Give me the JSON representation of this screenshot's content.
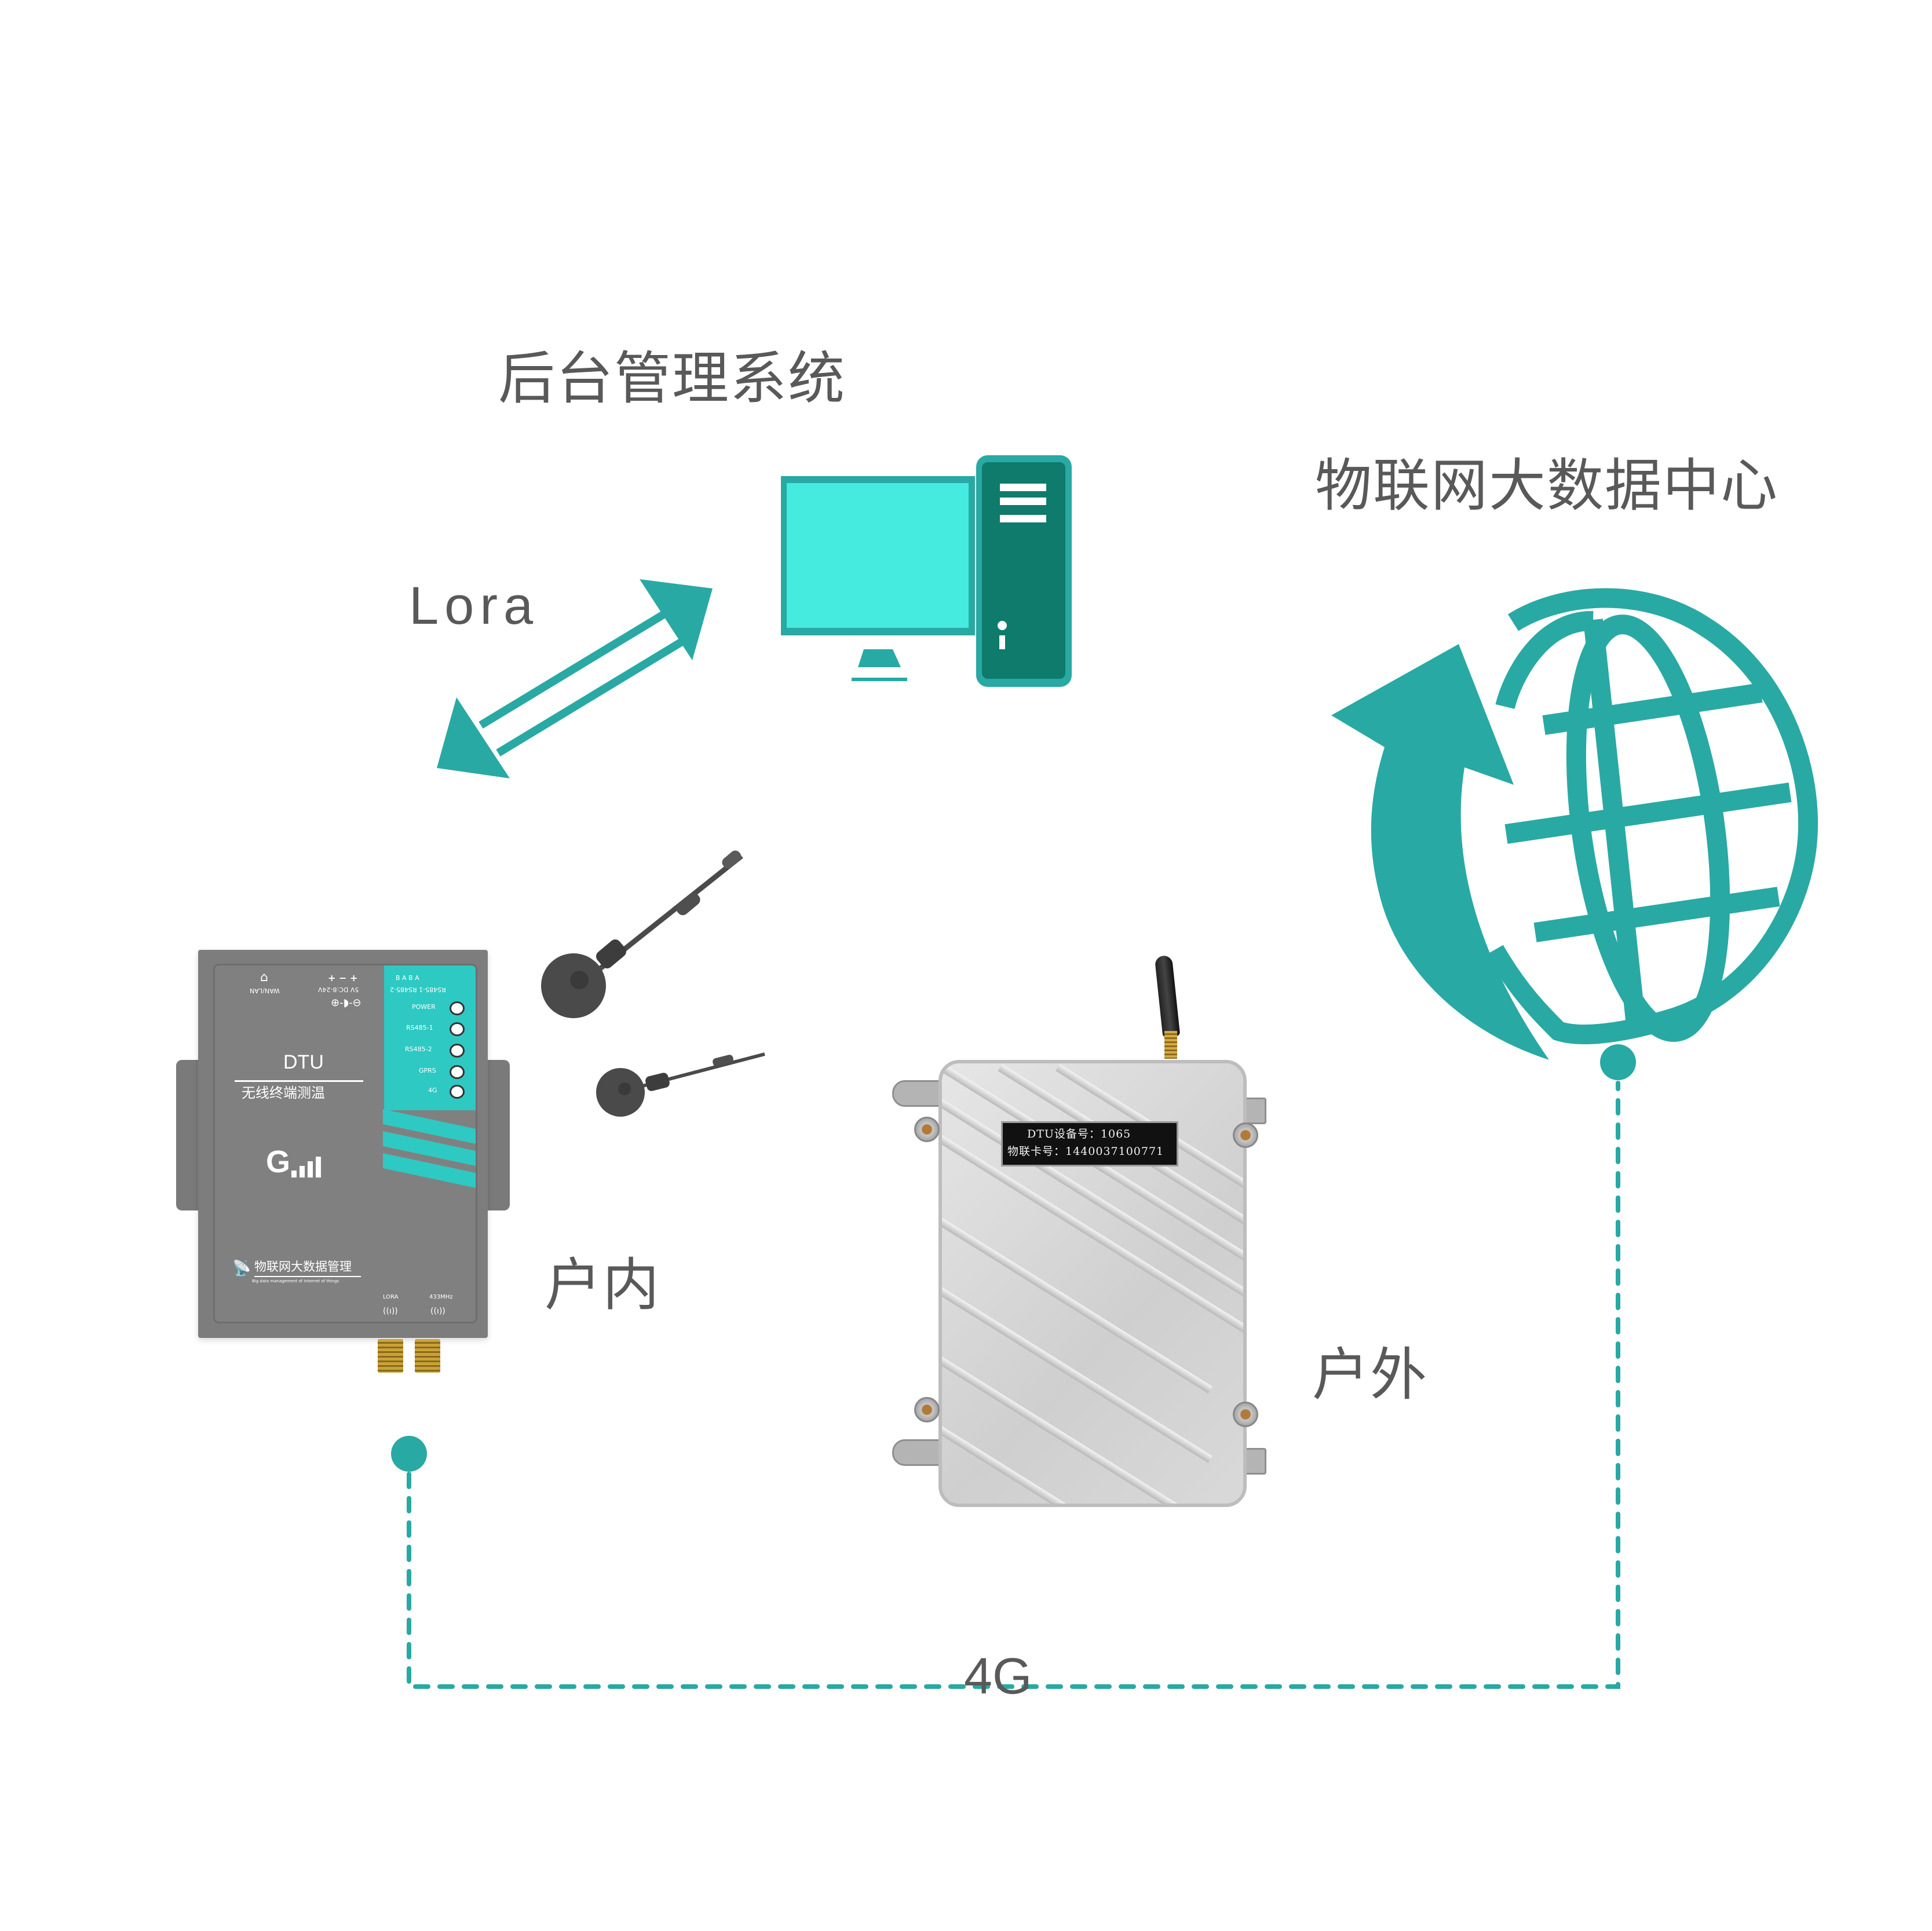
{
  "labels": {
    "backend_system": "后台管理系统",
    "iot_data_center": "物联网大数据中心",
    "lora": "Lora",
    "indoor": "户内",
    "outdoor": "户外",
    "network_4g": "4G"
  },
  "dtu_device": {
    "model": "DTU",
    "subtitle": "无线终端测温",
    "signal_logo_letter": "G",
    "ports": {
      "wan_lan": "WAN/LAN",
      "power_polarity": "+ − +",
      "power_spec": "5V DC:8-24V",
      "rs485_pins": "B  A  B  A",
      "rs485_labels": "RS485-1 RS485-2"
    },
    "leds": [
      {
        "label": "POWER"
      },
      {
        "label": "RS485-1"
      },
      {
        "label": "RS485-2"
      },
      {
        "label": "GPRS"
      },
      {
        "label": "4G"
      }
    ],
    "brand_cn": "物联网大数据管理",
    "brand_en": "Big data management of Internet of things",
    "antenna_ports": [
      "LORA",
      "433MHz"
    ]
  },
  "outdoor_box": {
    "plate_line1": "DTU设备号：1065",
    "plate_line2": "物联卡号：1440037100771"
  },
  "colors": {
    "accent_teal": "#29a9a3",
    "screen_cyan": "#45ebde",
    "tower_dark": "#0e7b6c",
    "text_gray": "#595959",
    "device_gray": "#7d7d7d"
  }
}
